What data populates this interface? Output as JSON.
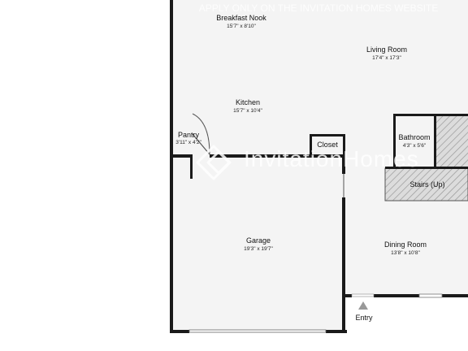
{
  "watermark": {
    "banner": "APPLY ONLY ON THE INVITATION HOMES WEBSITE",
    "logo_text": "InvitationHomes"
  },
  "rooms": {
    "breakfast_nook": {
      "name": "Breakfast Nook",
      "dims": "15'7\" x 8'10\""
    },
    "living_room": {
      "name": "Living Room",
      "dims": "17'4\" x 17'3\""
    },
    "kitchen": {
      "name": "Kitchen",
      "dims": "15'7\" x 10'4\""
    },
    "pantry": {
      "name": "Pantry",
      "dims": "3'11\" x 4'2\""
    },
    "closet": {
      "name": "Closet"
    },
    "bathroom": {
      "name": "Bathroom",
      "dims": "4'3\" x 5'6\""
    },
    "stairs": {
      "name": "Stairs (Up)"
    },
    "garage": {
      "name": "Garage",
      "dims": "19'3\" x 19'7\""
    },
    "dining_room": {
      "name": "Dining Room",
      "dims": "13'8\" x 10'8\""
    },
    "entry": {
      "name": "Entry"
    }
  },
  "colors": {
    "floor": "#f4f4f4",
    "wall": "#1a1a1a",
    "hatch": "#999999",
    "watermark": "#ffffff"
  }
}
